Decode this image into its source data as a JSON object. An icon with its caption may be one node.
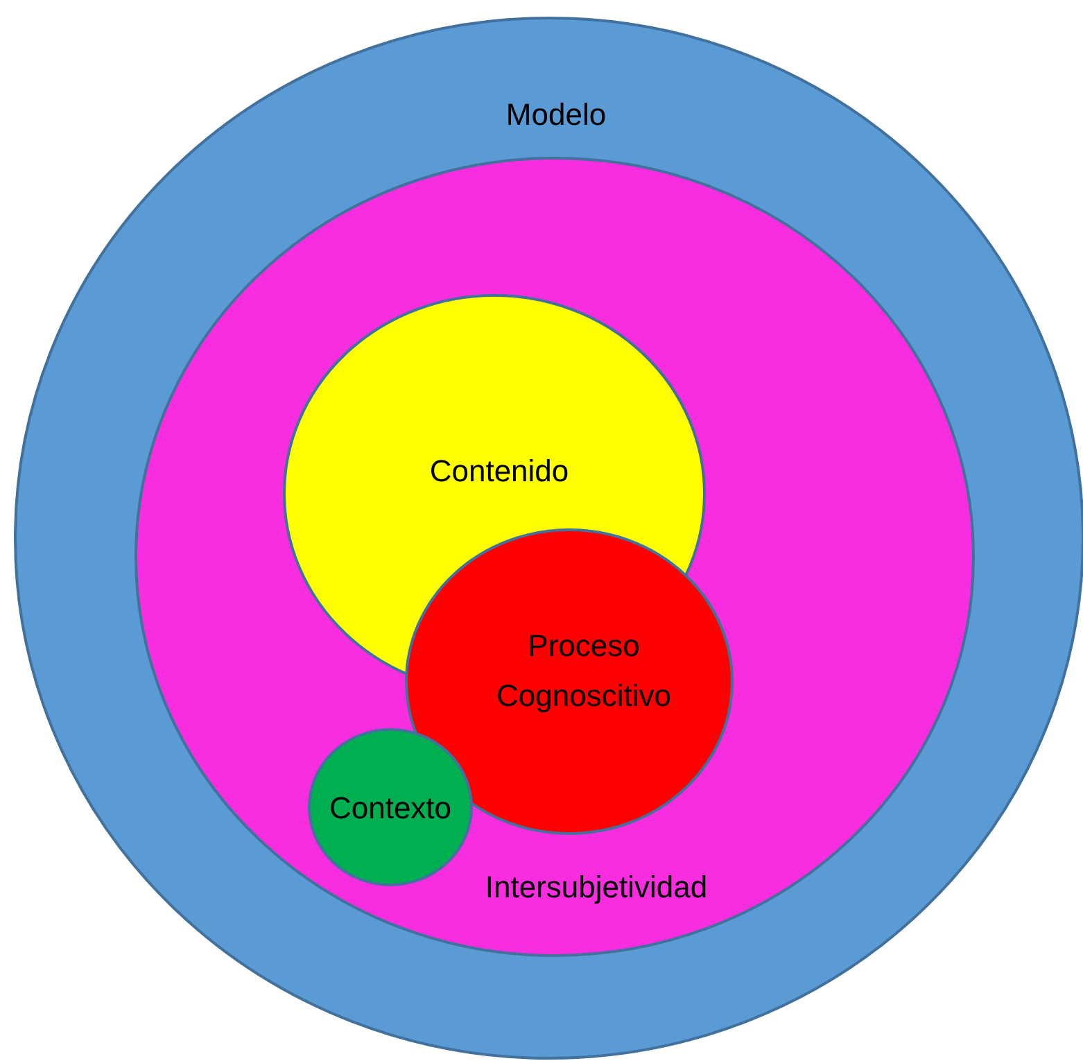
{
  "diagram": {
    "nodes": [
      {
        "text": [
          "Modelo"
        ]
      },
      {
        "text": [
          "Intersubjetividad"
        ],
        "in": 0
      },
      {
        "text": [
          "Contenido"
        ],
        "in": 1
      },
      {
        "text": [
          "Proceso Cognoscitivo"
        ],
        "in": 1
      },
      {
        "text": [
          "Contexto"
        ],
        "in": 1
      }
    ]
  }
}
